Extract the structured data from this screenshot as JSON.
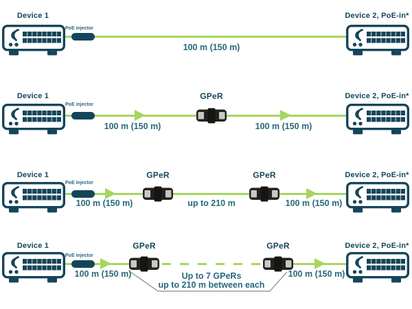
{
  "colors": {
    "teal": "#15455a",
    "text_teal": "#27687a",
    "green": "#a5d65e",
    "gper_body": "#22211f",
    "gper_port": "#c9c8c5",
    "callout_gray": "#9b9b99"
  },
  "rows": [
    {
      "device_left": "Device 1",
      "poe_label": "PoE injector",
      "device_right": "Device 2, PoE-in*",
      "repeaters": [],
      "segments": [
        {
          "label": "100 m (150 m)"
        }
      ]
    },
    {
      "device_left": "Device 1",
      "poe_label": "PoE injector",
      "device_right": "Device 2, PoE-in*",
      "repeaters": [
        {
          "label": "GPeR"
        }
      ],
      "segments": [
        {
          "label": "100 m (150 m)"
        },
        {
          "label": "100 m (150 m)"
        }
      ]
    },
    {
      "device_left": "Device 1",
      "poe_label": "PoE injector",
      "device_right": "Device 2, PoE-in*",
      "repeaters": [
        {
          "label": "GPeR"
        },
        {
          "label": "GPeR"
        }
      ],
      "segments": [
        {
          "label": "100 m (150 m)"
        },
        {
          "label": "up to 210 m"
        },
        {
          "label": "100 m (150 m)"
        }
      ]
    },
    {
      "device_left": "Device 1",
      "poe_label": "PoE injector",
      "device_right": "Device 2, PoE-in*",
      "repeaters": [
        {
          "label": "GPeR"
        },
        {
          "label": "GPeR"
        }
      ],
      "segments": [
        {
          "label": "100 m (150 m)"
        },
        {
          "label": "100 m (150 m)"
        }
      ],
      "callout": {
        "line1": "Up to 7 GPeRs",
        "line2": "up to 210 m between each"
      }
    }
  ]
}
